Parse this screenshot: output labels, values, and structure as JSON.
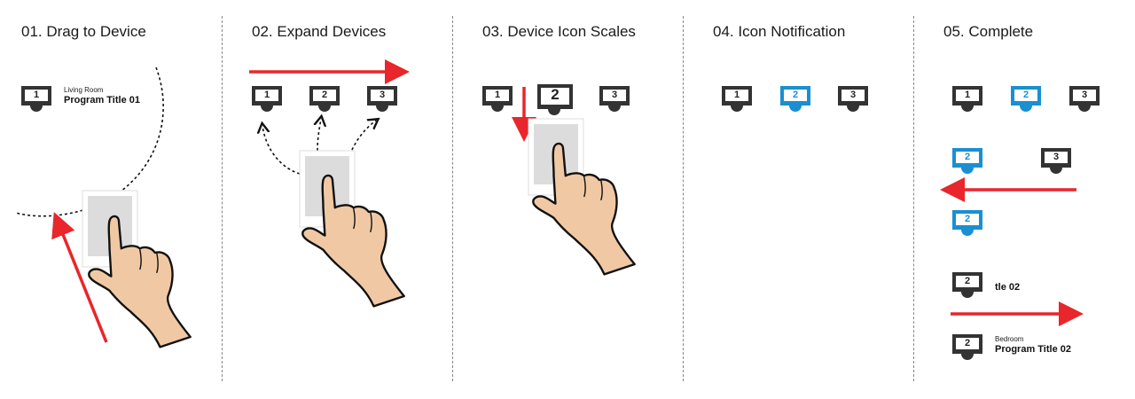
{
  "steps": [
    {
      "title": "01. Drag to Device"
    },
    {
      "title": "02. Expand Devices"
    },
    {
      "title": "03. Device Icon Scales"
    },
    {
      "title": "04. Icon Notification"
    },
    {
      "title": "05. Complete"
    }
  ],
  "step1": {
    "device": "1",
    "room": "Living Room",
    "program": "Program Title 01"
  },
  "step2": {
    "devices": [
      "1",
      "2",
      "3"
    ]
  },
  "step3": {
    "devices": [
      "1",
      "2",
      "3"
    ]
  },
  "step4": {
    "devices": [
      "1",
      "2",
      "3"
    ]
  },
  "step5": {
    "row1": [
      "1",
      "2",
      "3"
    ],
    "row2": [
      "2",
      "3"
    ],
    "row3": [
      "2"
    ],
    "row4": {
      "device": "2",
      "partial_title": "tle 02"
    },
    "row5": {
      "device": "2",
      "room": "Bedroom",
      "program": "Program Title 02"
    }
  },
  "colors": {
    "accent_red": "#e8262b",
    "highlight_blue": "#1a8fd1",
    "device_dark": "#333333"
  },
  "icons": [
    "tv-device-icon",
    "hand-pointer-icon",
    "card-icon",
    "arrow-icon"
  ]
}
